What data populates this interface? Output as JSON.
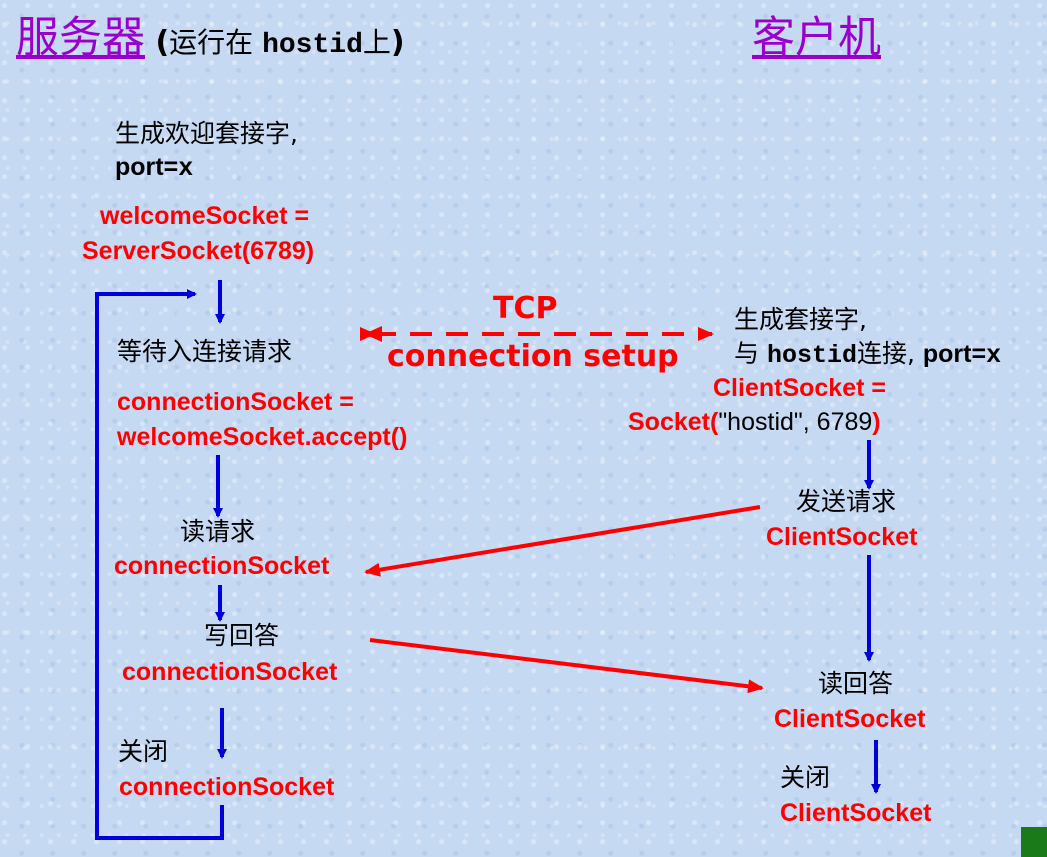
{
  "header": {
    "server_title": "服务器",
    "server_paren_open": " (",
    "server_run_on": "运行在 ",
    "server_host": "hostid",
    "server_on": "上",
    "server_paren_close": ")",
    "client_title": "客户机"
  },
  "server": {
    "create_socket_line1": "生成欢迎套接字,",
    "create_socket_port": "port=",
    "create_socket_port_val": "x",
    "welcome_line1": "welcomeSocket =",
    "welcome_line2": "ServerSocket(6789)",
    "wait_label": "等待入连接请求",
    "accept_line1": "connectionSocket =",
    "accept_line2": "welcomeSocket.accept()",
    "read_label": "读请求",
    "read_socket": "connectionSocket",
    "write_label": "写回答",
    "write_socket": "connectionSocket",
    "close_label": "关闭",
    "close_socket": "connectionSocket"
  },
  "tcp": {
    "line1": "TCP",
    "line2": "connection setup"
  },
  "client": {
    "create_line1": "生成套接字,",
    "connect_prefix": "与 ",
    "connect_host": "hostid",
    "connect_mid": "连接, ",
    "connect_port": "port=",
    "connect_port_val": "x",
    "socket_line1": "ClientSocket =",
    "socket_fn": "Socket(",
    "socket_args": "\"hostid\", 6789",
    "socket_close": ")",
    "send_label": "发送请求",
    "send_socket": "ClientSocket",
    "read_label": "读回答",
    "read_socket": "ClientSocket",
    "close_label": "关闭",
    "close_socket": "ClientSocket"
  },
  "colors": {
    "header": "#9900cc",
    "code": "#ff0000",
    "flow_arrow": "#0000dd",
    "message_arrow": "#ff0000"
  }
}
